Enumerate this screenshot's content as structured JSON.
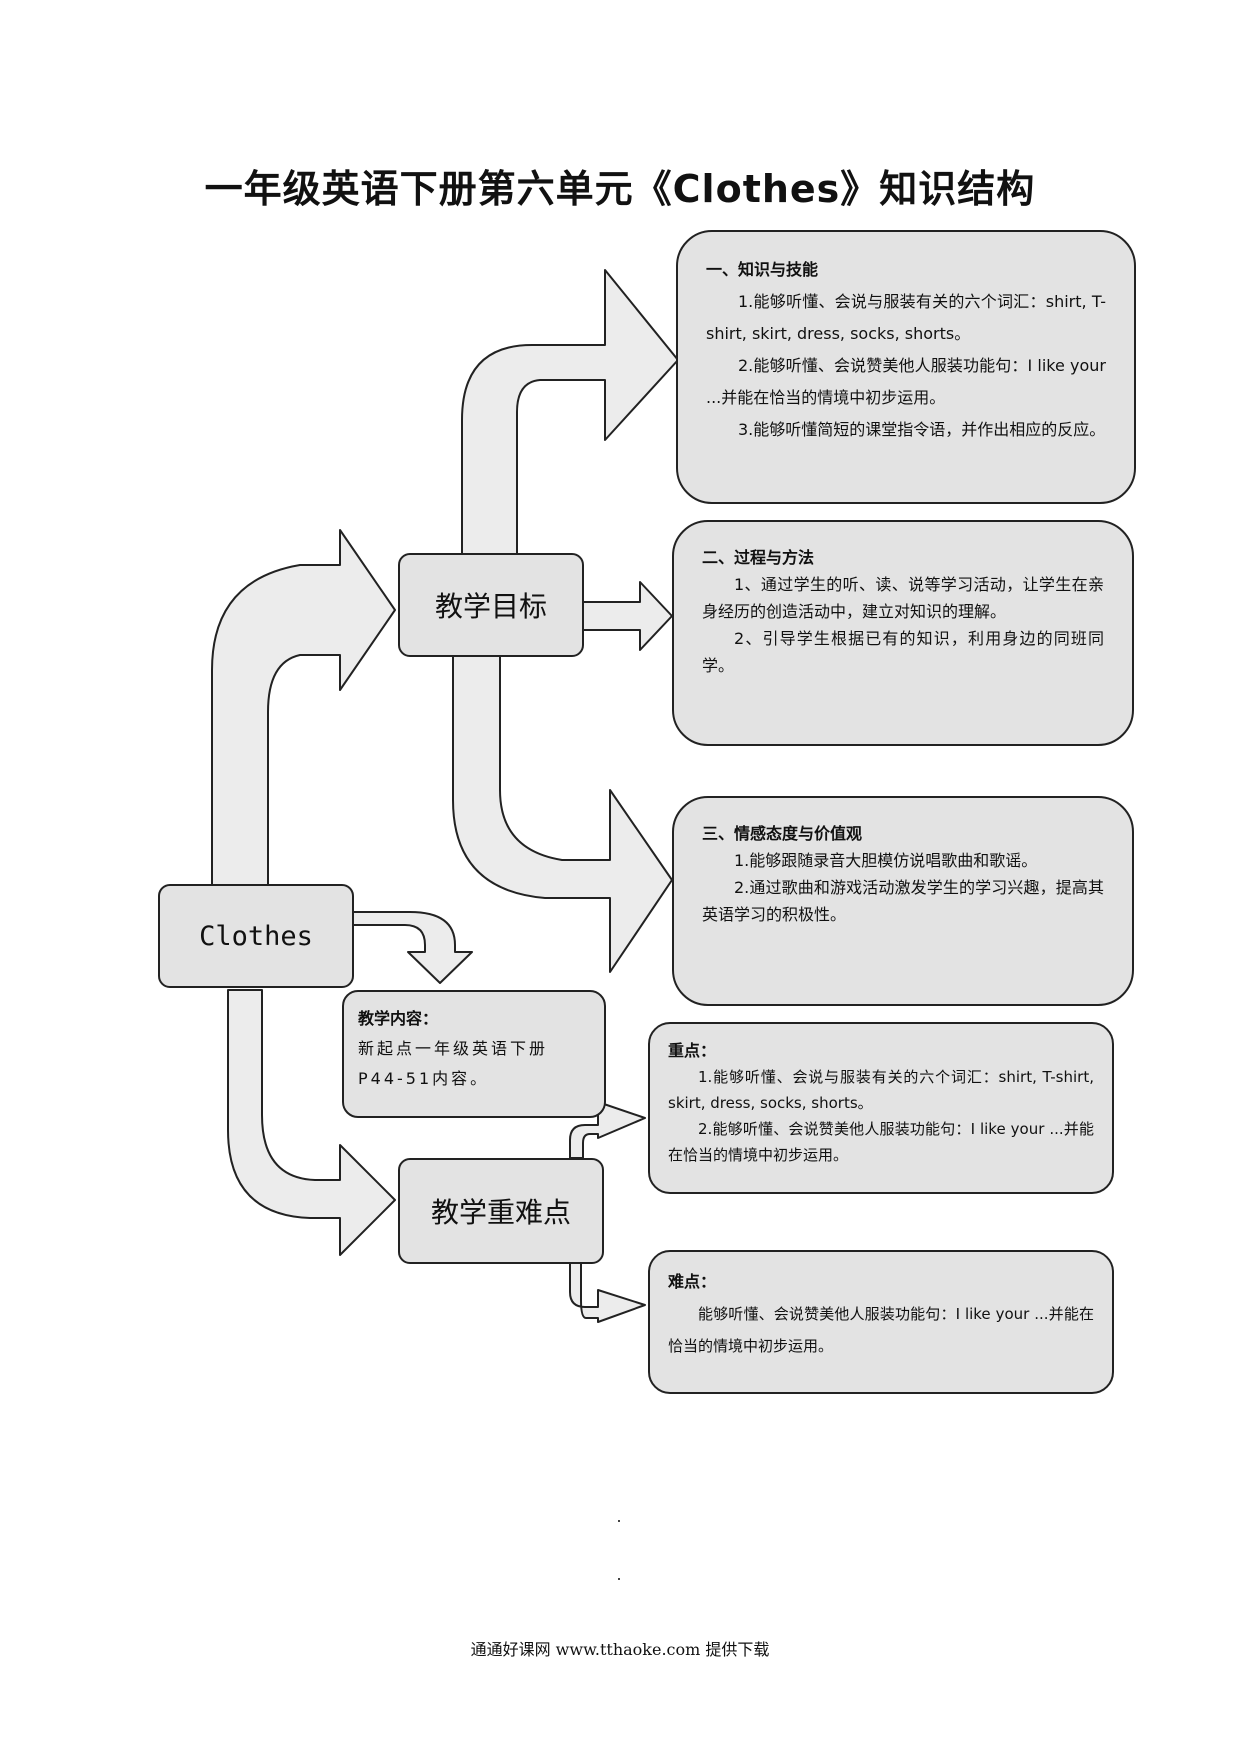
{
  "title": "一年级英语下册第六单元《Clothes》知识结构",
  "nodes": {
    "clothes": "Clothes",
    "objectives": "教学目标",
    "key_difficult": "教学重难点"
  },
  "content_box": {
    "heading": "教学内容：",
    "text": "新起点一年级英语下册P44-51内容。"
  },
  "knowledge_skills": {
    "heading": "一、知识与技能",
    "items": [
      "1.能够听懂、会说与服装有关的六个词汇：shirt, T-shirt, skirt, dress, socks, shorts。",
      "2.能够听懂、会说赞美他人服装功能句：I like your ...并能在恰当的情境中初步运用。",
      "3.能够听懂简短的课堂指令语，并作出相应的反应。"
    ]
  },
  "process_methods": {
    "heading": "二、过程与方法",
    "items": [
      "1、通过学生的听、读、说等学习活动，让学生在亲身经历的创造活动中，建立对知识的理解。",
      "2、引导学生根据已有的知识，利用身边的同班同学。"
    ]
  },
  "emotion_values": {
    "heading": "三、情感态度与价值观",
    "items": [
      "1.能够跟随录音大胆模仿说唱歌曲和歌谣。",
      "2.通过歌曲和游戏活动激发学生的学习兴趣，提高其英语学习的积极性。"
    ]
  },
  "key_points": {
    "heading": "重点：",
    "items": [
      "1.能够听懂、会说与服装有关的六个词汇：shirt, T-shirt, skirt, dress, socks, shorts。",
      "2.能够听懂、会说赞美他人服装功能句：I like your ...并能在恰当的情境中初步运用。"
    ]
  },
  "difficult_points": {
    "heading": "难点：",
    "items": [
      "能够听懂、会说赞美他人服装功能句：I like your ...并能在恰当的情境中初步运用。"
    ]
  },
  "footer": "通通好课网   www.tthaoke.com  提供下载",
  "colors": {
    "box_fill": "#e3e3e3",
    "arrow_fill": "#ececec",
    "outline": "#222222"
  }
}
